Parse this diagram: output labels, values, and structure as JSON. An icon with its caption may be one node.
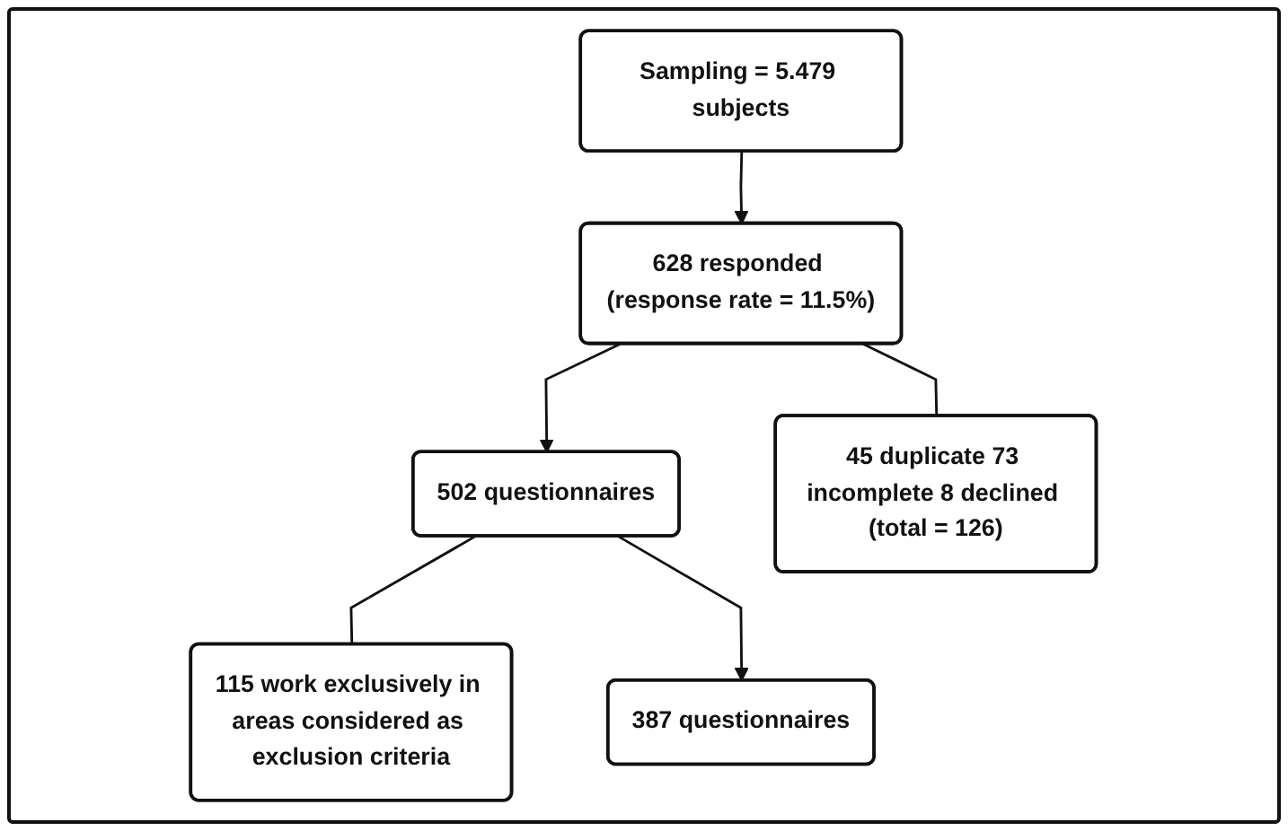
{
  "diagram": {
    "nodes": [
      {
        "text": [
          "Sampling = 5.479 subjects"
        ]
      },
      {
        "text": [
          "628 responded (response rate = 11.5%)"
        ]
      },
      {
        "text": [
          "45 duplicate 73 incomplete 8 declined (total = 126)"
        ]
      },
      {
        "text": [
          "502 questionnaires"
        ]
      },
      {
        "text": [
          "115 work exclusively in areas considered as exclusion criteria"
        ]
      },
      {
        "text": [
          "387 questionnaires"
        ]
      }
    ],
    "edges": [
      {
        "from": 0,
        "to": 1,
        "arrow": "to"
      },
      {
        "from": 1,
        "to": 2,
        "arrow": "none"
      },
      {
        "from": 1,
        "to": 3,
        "arrow": "to"
      },
      {
        "from": 3,
        "to": 4,
        "arrow": "none"
      },
      {
        "from": 3,
        "to": 5,
        "arrow": "to"
      }
    ]
  }
}
